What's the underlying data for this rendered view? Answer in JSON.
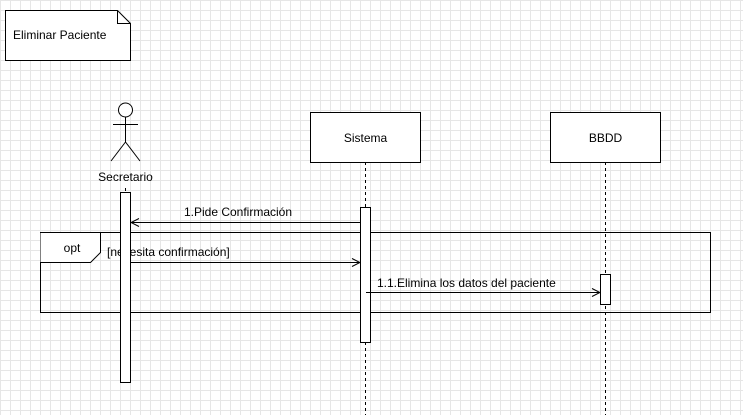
{
  "note": {
    "text": "Eliminar Paciente"
  },
  "actor": {
    "label": "Secretario"
  },
  "participants": [
    {
      "label": "Sistema"
    },
    {
      "label": "BBDD"
    }
  ],
  "messages": [
    {
      "label": "1.Pide Confirmación"
    },
    {
      "label": "1.1.Elimina los datos del paciente"
    }
  ],
  "fragment": {
    "operator": "opt",
    "guard": "[necesita confirmación]"
  }
}
